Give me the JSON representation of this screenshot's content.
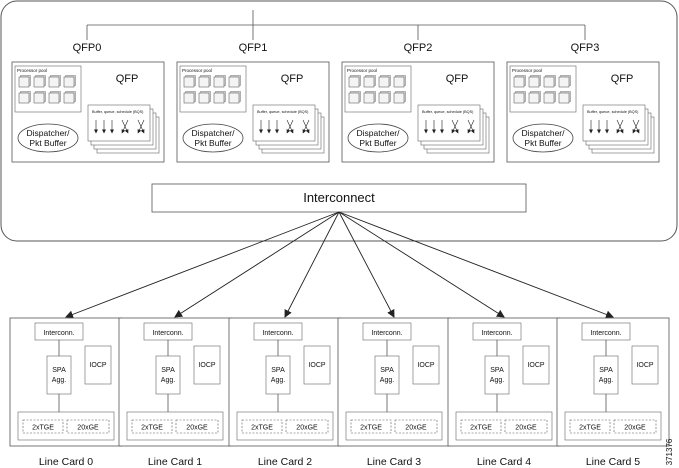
{
  "qfp_labels": [
    "QFP0",
    "QFP1",
    "QFP2",
    "QFP3"
  ],
  "qfp_module": {
    "title": "QFP",
    "processor_pool": "Processor pool",
    "buffer_label": "Buffer, queue, schedule (BQS)",
    "dispatcher_line1": "Dispatcher/",
    "dispatcher_line2": "Pkt Buffer"
  },
  "interconnect": "Interconnect",
  "line_card": {
    "interconn": "Interconn.",
    "spa_line1": "SPA",
    "spa_line2": "Agg.",
    "iocp": "IOCP",
    "port_a": "2xTGE",
    "port_b": "20xGE"
  },
  "line_card_labels": [
    "Line Card 0",
    "Line Card 1",
    "Line Card 2",
    "Line Card 3",
    "Line Card 4",
    "Line Card 5"
  ],
  "figure_id": "371376"
}
